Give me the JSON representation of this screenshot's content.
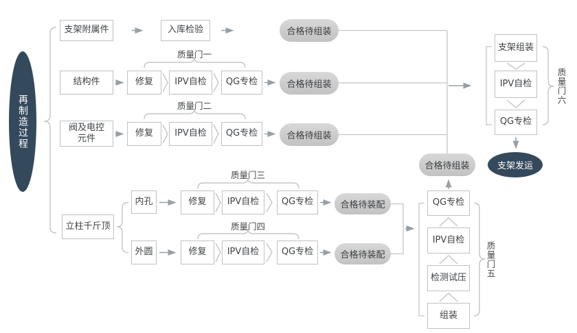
{
  "process": {
    "label": "再制造过程"
  },
  "branch1": {
    "input": "支架附属件",
    "step1": "入库检验",
    "result": "合格待组装"
  },
  "branch2": {
    "input": "结构件",
    "gate": "质量门一",
    "step1": "修复",
    "step2": "IPV自检",
    "step3": "QG专检",
    "result": "合格待组装"
  },
  "branch3": {
    "input": "阀及电控元件",
    "gate": "质量门二",
    "step1": "修复",
    "step2": "IPV自检",
    "step3": "QG专检",
    "result": "合格待组装"
  },
  "branch4": {
    "input": "立柱千斤顶",
    "sub1": {
      "input": "内孔",
      "gate": "质量门三",
      "step1": "修复",
      "step2": "IPV自检",
      "step3": "QG专检",
      "result": "合格待装配"
    },
    "sub2": {
      "input": "外圆",
      "gate": "质量门四",
      "step1": "修复",
      "step2": "IPV自检",
      "step3": "QG专检",
      "result": "合格待装配"
    }
  },
  "assembly": {
    "gate": "质量门五",
    "assemble": "组装",
    "pressure_test": "检测试压",
    "ipv_check": "IPV自检",
    "qg_check": "QG专检",
    "result": "合格待组装"
  },
  "final": {
    "gate": "质量门六",
    "bracket_assembly": "支架组装",
    "ipv_check": "IPV自检",
    "qg_check": "QG专检",
    "shipment": "支架发运"
  },
  "colors": {
    "navy": "#35495C",
    "stadium_top": "#D8D8D8",
    "stadium_bottom": "#C2C2C2",
    "box_border": "#BDC0C3",
    "connector": "#C5C5C5",
    "arrow": "#98A0A5",
    "text": "#3E4245",
    "background": "#FFFFFF"
  }
}
